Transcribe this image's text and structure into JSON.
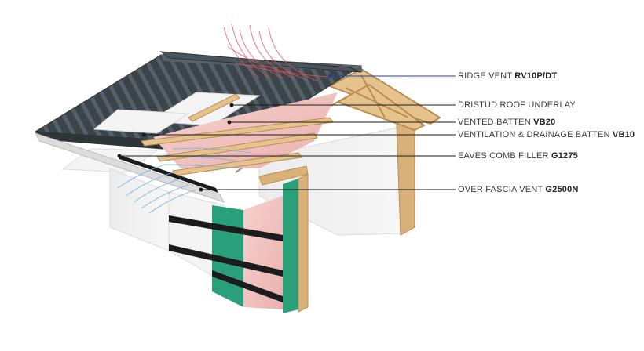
{
  "callouts": [
    {
      "name": "RIDGE VENT",
      "code": "RV10P/DT"
    },
    {
      "name": "DRISTUD ROOF UNDERLAY",
      "code": ""
    },
    {
      "name": "VENTED BATTEN",
      "code": "VB20"
    },
    {
      "name": "VENTILATION & DRAINAGE BATTEN",
      "code": "VB10"
    },
    {
      "name": "EAVES COMB FILLER",
      "code": "G1275"
    },
    {
      "name": "OVER FASCIA VENT",
      "code": "G2500N"
    }
  ],
  "colors": {
    "ridge_leader": "#2a3f8f",
    "leader": "#1a1a1a",
    "roof_sheet": "#3b4448",
    "timber": "#d9b27a",
    "insulation": "#f2c2c0",
    "membrane": "#2aa07a",
    "wall": "#f1f1f1",
    "airflow_hot": "#e8505b",
    "airflow_cool": "#6fb3e8"
  }
}
